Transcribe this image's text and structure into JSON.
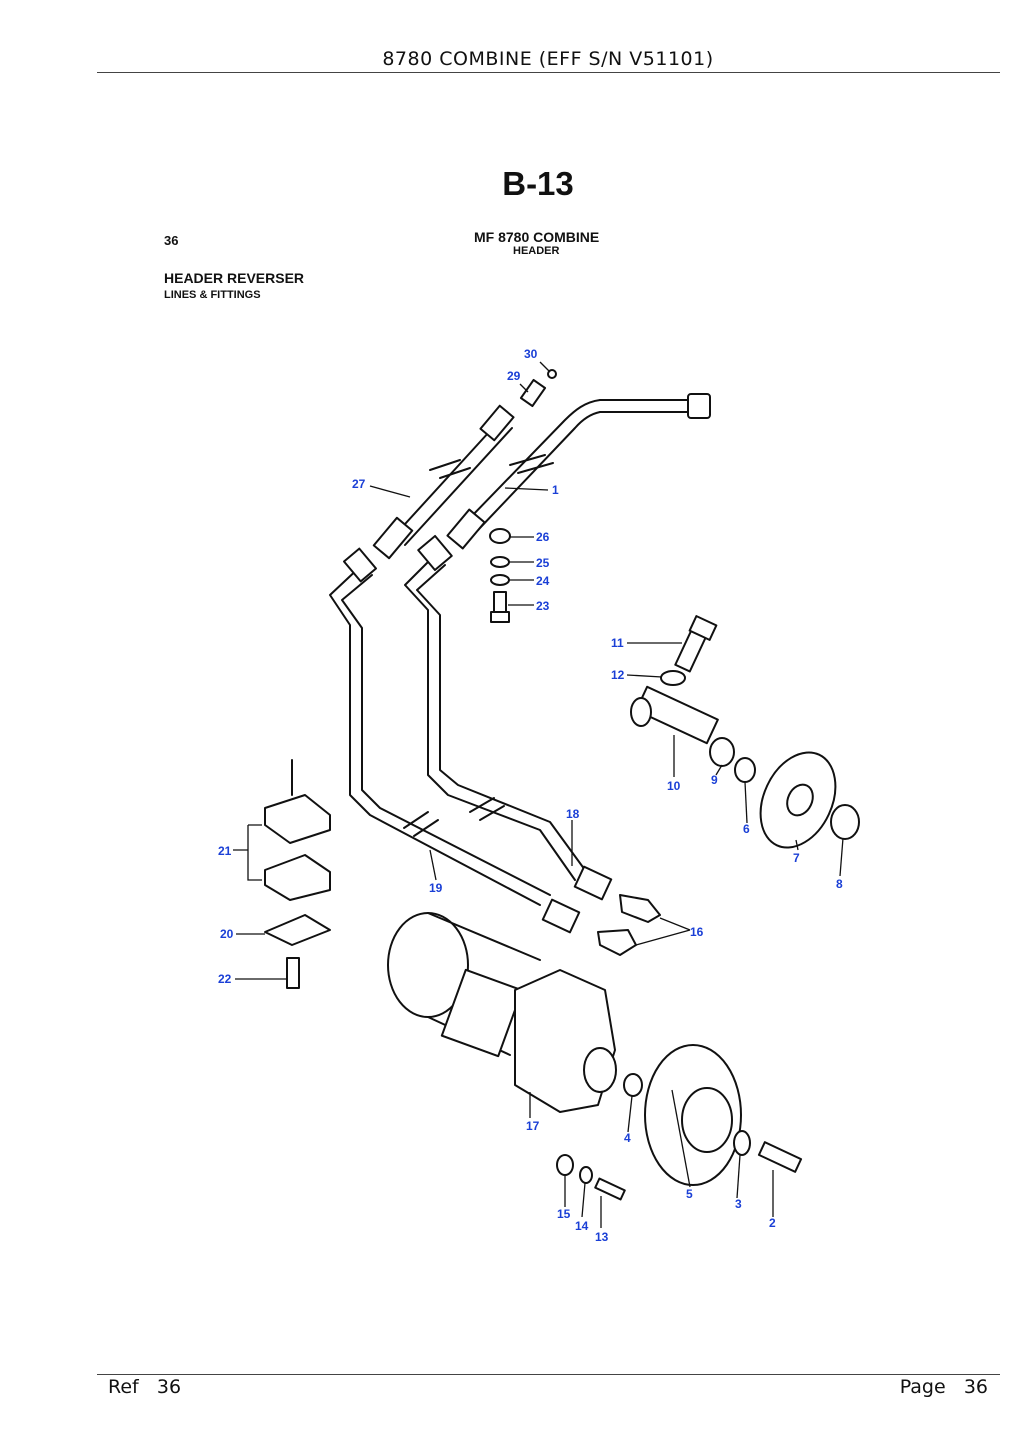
{
  "header": {
    "title": "8780 COMBINE (EFF S/N V51101)",
    "section_code": "B-13"
  },
  "plate": {
    "ref_number": "36",
    "model": "MF 8780 COMBINE",
    "model_sub": "HEADER",
    "title": "HEADER REVERSER",
    "subtitle": "LINES & FITTINGS"
  },
  "callouts": [
    "1",
    "2",
    "3",
    "4",
    "5",
    "6",
    "7",
    "8",
    "9",
    "10",
    "11",
    "12",
    "13",
    "14",
    "15",
    "16",
    "17",
    "18",
    "19",
    "20",
    "21",
    "22",
    "23",
    "24",
    "25",
    "26",
    "27",
    "29",
    "30"
  ],
  "footer": {
    "ref_label": "Ref",
    "ref_value": "36",
    "page_label": "Page",
    "page_value": "36"
  },
  "colors": {
    "callout": "#1a3fd6",
    "ink": "#111111"
  }
}
